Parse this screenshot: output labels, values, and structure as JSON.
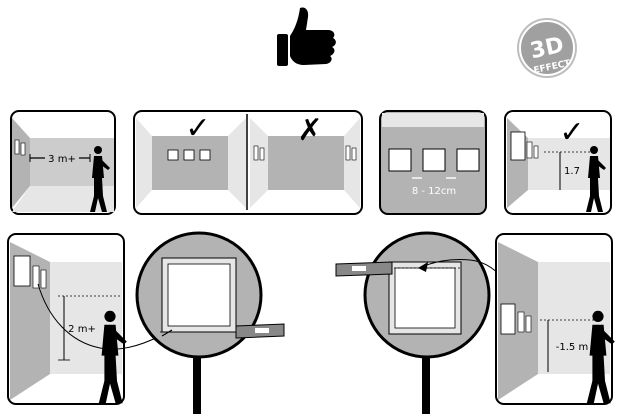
{
  "badge": {
    "line1": "3D",
    "line2": "EFFECT"
  },
  "labels": {
    "distance_3m": "3 m+",
    "spacing": "8 - 12cm",
    "height_17": "1.7",
    "height_2m": "2 m+",
    "height_15": "-1.5 m"
  },
  "marks": {
    "check": "✓",
    "cross": "✗"
  },
  "icons": [
    "thumbs-up-icon",
    "check-icon",
    "cross-icon",
    "person-icon",
    "magnifier-icon",
    "level-tool-icon",
    "arrow-icon"
  ],
  "colors": {
    "wall": "#b3b3b3",
    "light": "#e6e6e6",
    "ink": "#000000",
    "paper": "#ffffff"
  }
}
